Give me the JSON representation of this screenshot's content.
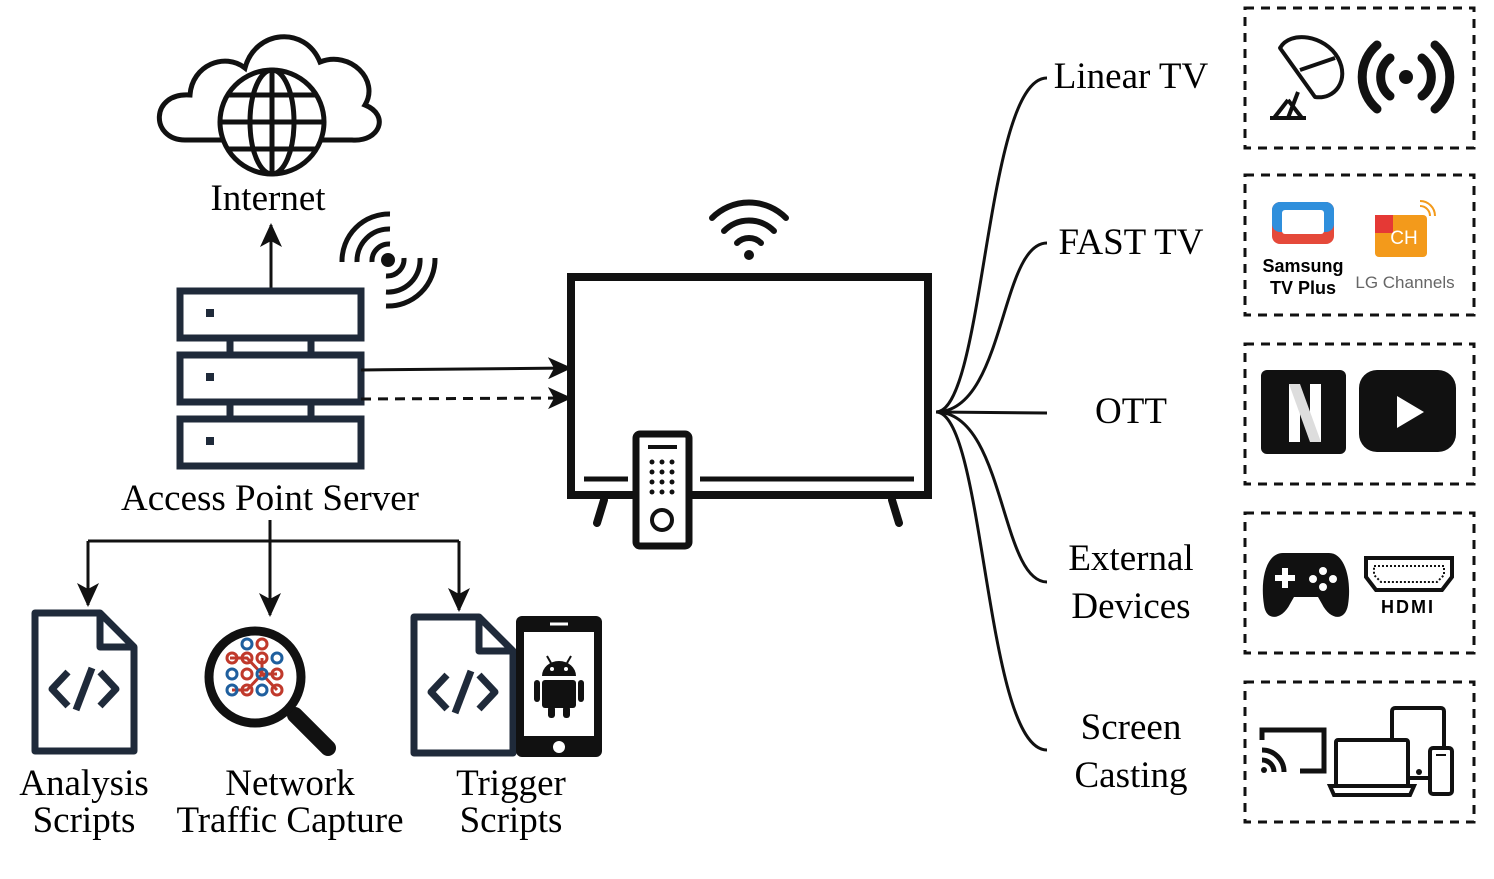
{
  "internet": {
    "label": "Internet"
  },
  "access_point": {
    "label": "Access Point Server"
  },
  "tools": {
    "analysis": {
      "line1": "Analysis",
      "line2": "Scripts"
    },
    "network": {
      "line1": "Network",
      "line2": "Traffic Capture"
    },
    "trigger": {
      "line1": "Trigger",
      "line2": "Scripts"
    }
  },
  "categories": {
    "linear_tv": {
      "label": "Linear TV"
    },
    "fast_tv": {
      "label": "FAST TV",
      "samsung_line1": "Samsung",
      "samsung_line2": "TV Plus",
      "lg_badge": "CH",
      "lg_label": "LG Channels"
    },
    "ott": {
      "label": "OTT",
      "netflix_letter": "N"
    },
    "external": {
      "line1": "External",
      "line2": "Devices",
      "hdmi_label": "HDMI"
    },
    "screen_casting": {
      "line1": "Screen",
      "line2": "Casting"
    }
  },
  "colors": {
    "line": "#111111",
    "server": "#1f2a3a",
    "samsung_blue": "#2f8fdc",
    "samsung_red": "#e5493a",
    "lg_orange": "#f39a1b",
    "lg_red": "#e53935",
    "nodes_red": "#c0392b",
    "nodes_blue": "#1f5f9e",
    "netflix_red": "#e50914"
  }
}
